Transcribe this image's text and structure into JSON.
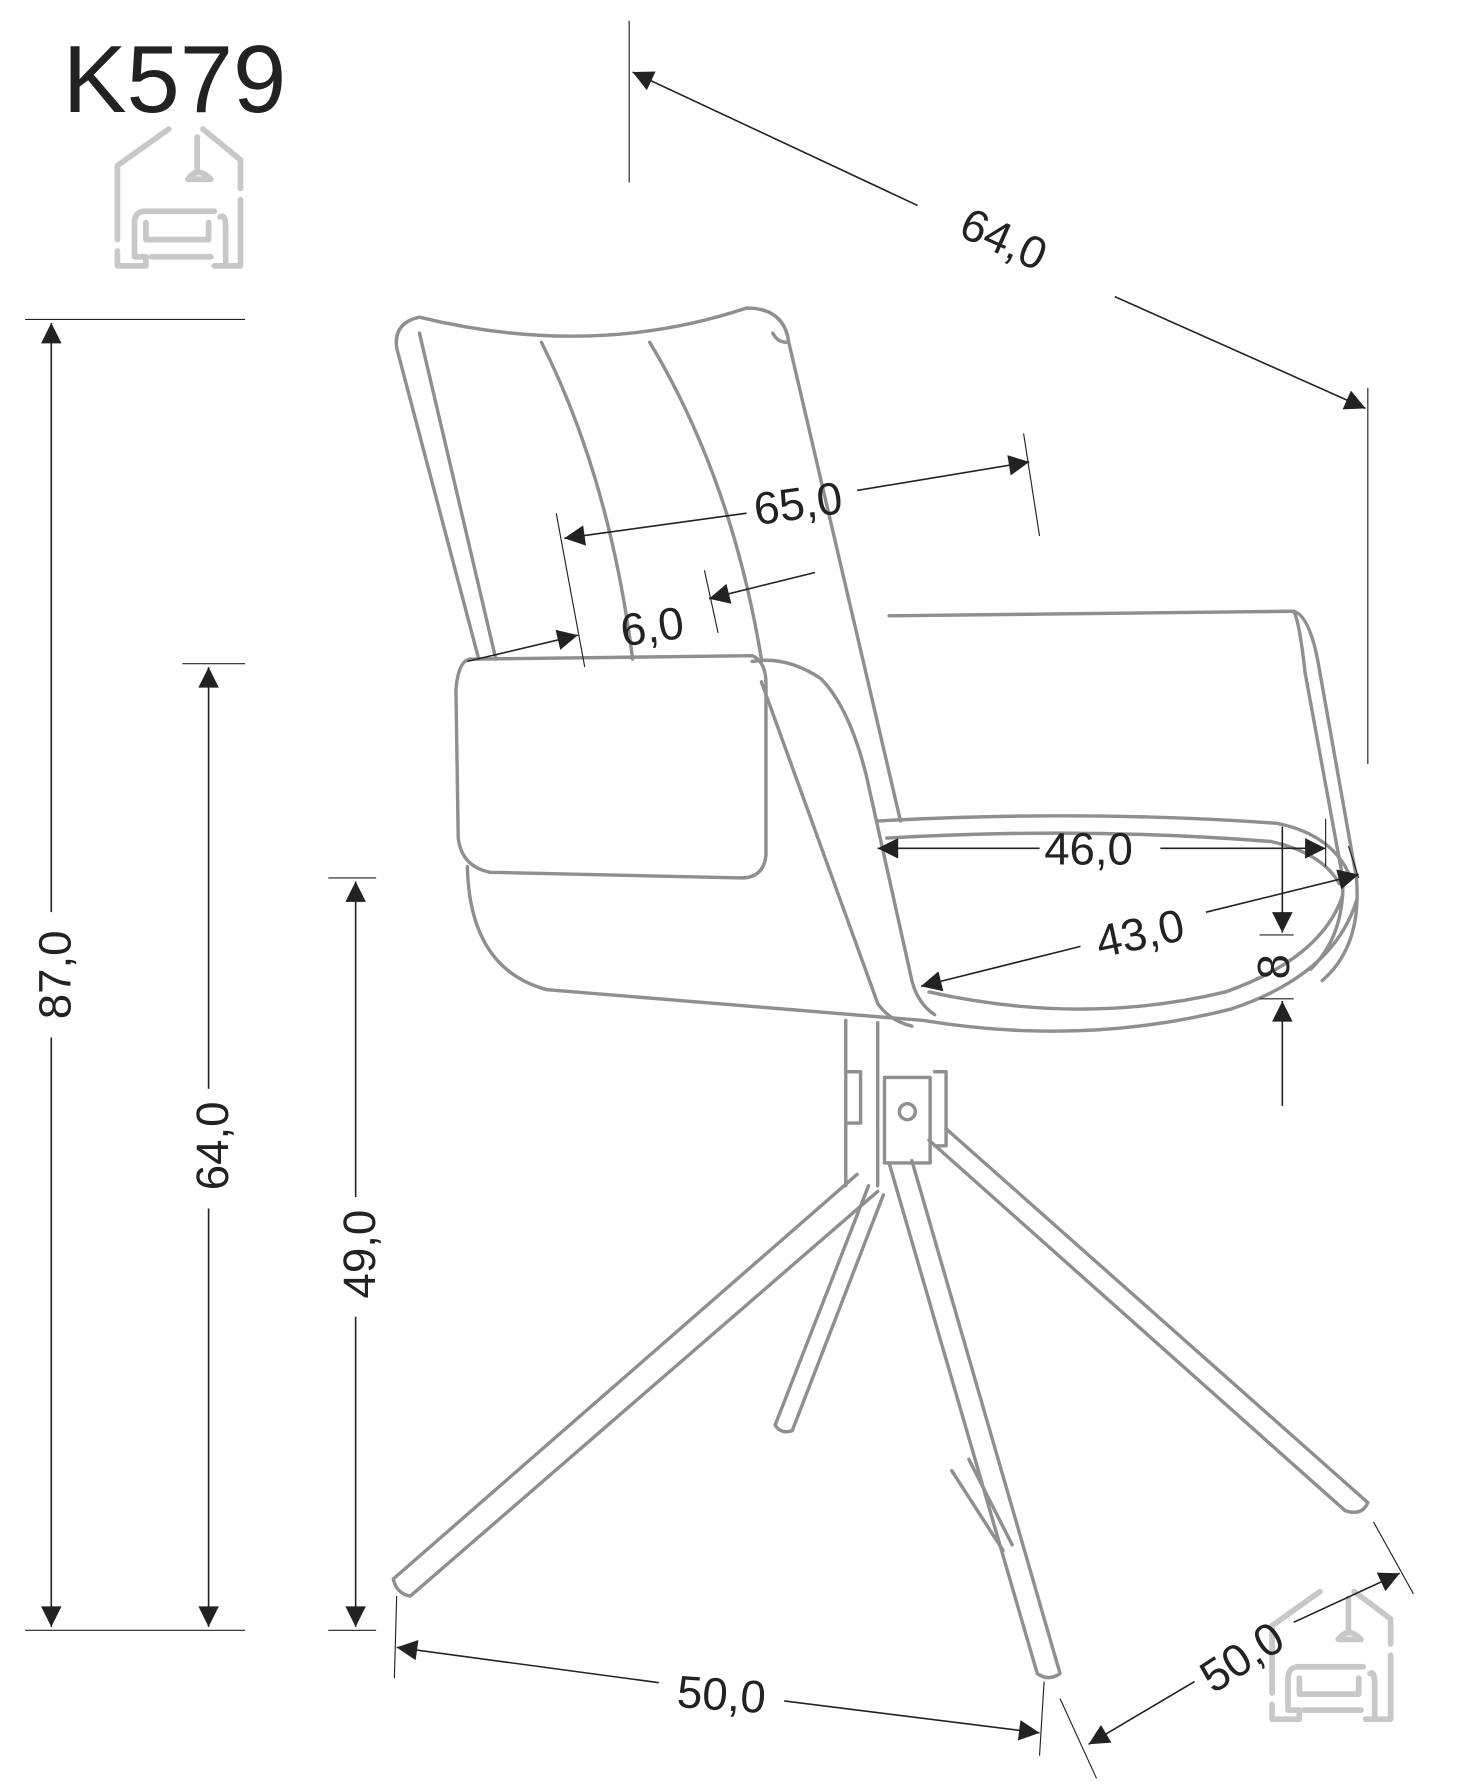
{
  "product": {
    "model": "K579"
  },
  "dimensions": {
    "depth_top": "64,0",
    "total_height": "87,0",
    "armrest_height": "64,0",
    "seat_height": "49,0",
    "backrest_width": "65,0",
    "backrest_thickness": "6,0",
    "seat_width": "46,0",
    "seat_depth": "43,0",
    "seat_cushion": "8",
    "base_width": "50,0",
    "base_depth": "50,0"
  },
  "colors": {
    "line": "#222222",
    "chair": "#8f8f8f",
    "logo": "#c8c8c8"
  }
}
